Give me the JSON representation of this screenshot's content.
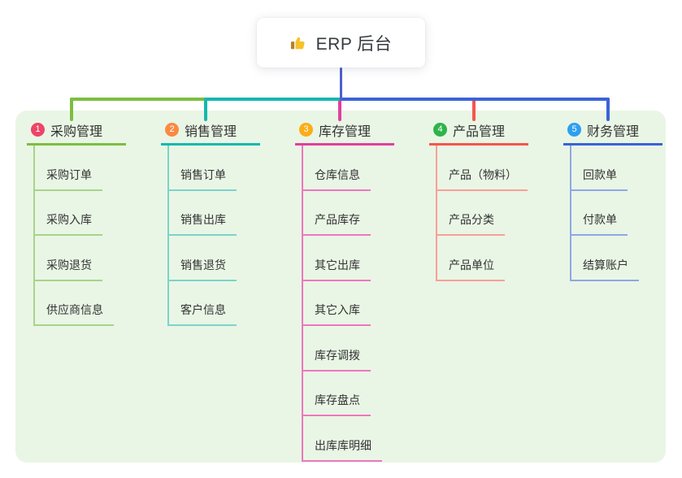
{
  "root": {
    "label": "ERP 后台",
    "icon": "thumbs-up",
    "trunk_color": "#4f5fd0",
    "card_bg": "#ffffff"
  },
  "panel": {
    "bg": "#e9f6e5"
  },
  "branches": [
    {
      "index": "1",
      "label": "采购管理",
      "badge_color": "#ee4468",
      "line_color": "#7cbe3f",
      "child_line_color": "#a8d489",
      "children": [
        "采购订单",
        "采购入库",
        "采购退货",
        "供应商信息"
      ]
    },
    {
      "index": "2",
      "label": "销售管理",
      "badge_color": "#fa8a43",
      "line_color": "#14b8ae",
      "child_line_color": "#7ed2cb",
      "children": [
        "销售订单",
        "销售出库",
        "销售退货",
        "客户信息"
      ]
    },
    {
      "index": "3",
      "label": "库存管理",
      "badge_color": "#fbad19",
      "line_color": "#e13f9e",
      "child_line_color": "#ee77bd",
      "children": [
        "仓库信息",
        "产品库存",
        "其它出库",
        "其它入库",
        "库存调拨",
        "库存盘点",
        "出库库明细"
      ]
    },
    {
      "index": "4",
      "label": "产品管理",
      "badge_color": "#2eb44a",
      "line_color": "#f7554d",
      "child_line_color": "#fb9e97",
      "children": [
        "产品（物料）",
        "产品分类",
        "产品单位"
      ]
    },
    {
      "index": "5",
      "label": "财务管理",
      "badge_color": "#2e9ff2",
      "line_color": "#3a63d8",
      "child_line_color": "#8fa7e6",
      "children": [
        "回款单",
        "付款单",
        "结算账户"
      ]
    }
  ]
}
